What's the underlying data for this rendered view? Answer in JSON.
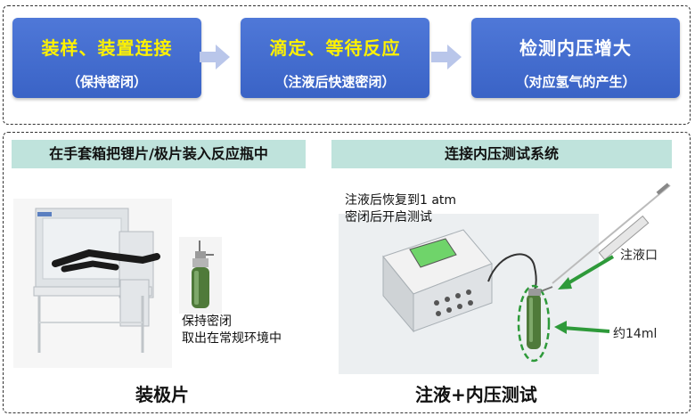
{
  "steps": [
    {
      "title": "装样、装置连接",
      "sub": "（保持密闭）"
    },
    {
      "title": "滴定、等待反应",
      "sub": "（注液后快速密闭）"
    },
    {
      "title": "检测内压增大",
      "sub": "（对应氢气的产生）"
    }
  ],
  "left_panel": {
    "header": "在手套箱把锂片/极片装入反应瓶中",
    "note_line1": "保持密闭",
    "note_line2": "取出在常规环境中",
    "caption": "装极片"
  },
  "right_panel": {
    "header": "连接内压测试系统",
    "note_line1": "注液后恢复到1 atm",
    "note_line2": "密闭后开启测试",
    "inject_label": "注液口",
    "volume_label": "约14ml",
    "caption": "注液+内压测试"
  },
  "colors": {
    "step_fill": "#3f68cc",
    "step_title": "#fff200",
    "bar_fill": "#bfe3dc",
    "arrow": "#b9c6ea",
    "pointer": "#2e9a3a"
  }
}
